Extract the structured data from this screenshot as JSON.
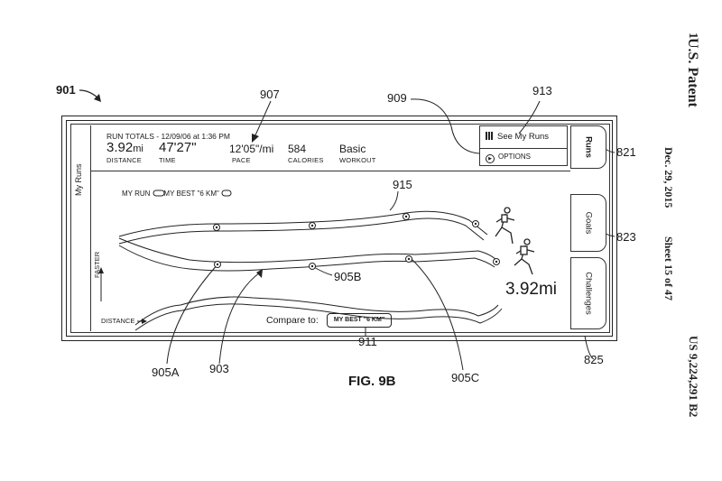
{
  "refs": {
    "r901": "901",
    "r907": "907",
    "r909": "909",
    "r913": "913",
    "r915": "915",
    "r821": "821",
    "r823": "823",
    "r825": "825",
    "r905b": "905B",
    "r905a": "905A",
    "r903": "903",
    "r911": "911",
    "r905c": "905C"
  },
  "header": {
    "title": "RUN TOTALS - 12/09/06 at 1:36 PM",
    "stats": [
      {
        "value": "3.92",
        "unit": "mi",
        "label": "DISTANCE"
      },
      {
        "value": "47'27\"",
        "unit": "",
        "label": "TIME"
      },
      {
        "value": "12'05\"",
        "unit": "/mi",
        "label": "PACE"
      },
      {
        "value": "584",
        "unit": "",
        "label": "CALORIES"
      },
      {
        "value": "Basic",
        "unit": "",
        "label": "WORKOUT"
      }
    ],
    "see_runs": "See My Runs",
    "options": "OPTIONS"
  },
  "sidebar_left": "My Runs",
  "tabs": [
    "Runs",
    "Goals",
    "Challenges"
  ],
  "graph": {
    "legend_run": "MY RUN",
    "legend_best": "MY BEST \"6 KM\"",
    "y_axis": "FASTER",
    "x_axis": "DISTANCE",
    "compare_label": "Compare to:",
    "compare_value": "MY BEST \"6 KM\"",
    "total": "3.92mi"
  },
  "figure_caption": "FIG. 9B",
  "patent_side": {
    "sheet_mark": "1",
    "title": "U.S. Patent",
    "date": "Dec. 29, 2015",
    "sheet": "Sheet 15 of 47",
    "number": "US 9,224,291 B2"
  }
}
